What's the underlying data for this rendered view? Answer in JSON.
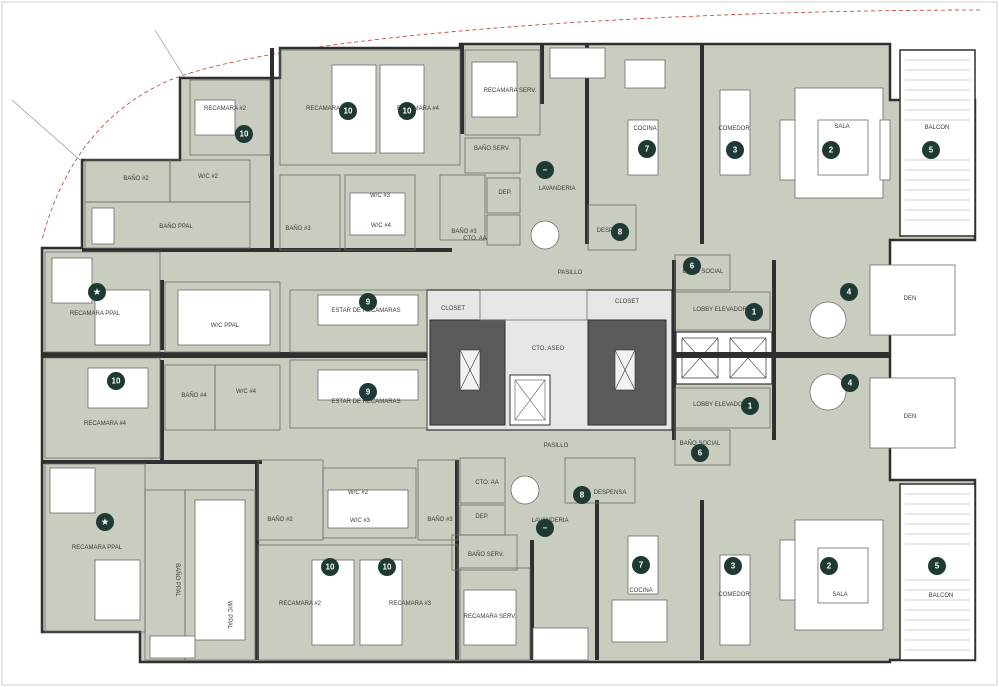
{
  "colors": {
    "room_fill": "#c9cdbf",
    "wall": "#2f2f2f",
    "badge": "#1f3a34",
    "stair_fill": "#5a5a5a",
    "core_fill": "#e6e6e6",
    "balcony": "#ffffff"
  },
  "rooms": [
    {
      "id": "r1",
      "label": "RECAMARA #2",
      "badge": "10"
    },
    {
      "id": "r2",
      "label": "RECAMARA",
      "badge": "10"
    },
    {
      "id": "r3",
      "label": "RECAMARA #4",
      "badge": "10"
    },
    {
      "id": "r4",
      "label": "RECAMARA SERV.",
      "badge": ""
    },
    {
      "id": "r5",
      "label": "BAÑO SERV.",
      "badge": ""
    },
    {
      "id": "r6",
      "label": "LAVANDERIA",
      "badge": "−"
    },
    {
      "id": "r7",
      "label": "COCINA",
      "badge": "7"
    },
    {
      "id": "r8",
      "label": "COMEDOR",
      "badge": "3"
    },
    {
      "id": "r9",
      "label": "SALA",
      "badge": "2"
    },
    {
      "id": "r10",
      "label": "BALCON",
      "badge": "5"
    },
    {
      "id": "r11",
      "label": "BAÑO #2",
      "badge": ""
    },
    {
      "id": "r12",
      "label": "W/C #2",
      "badge": ""
    },
    {
      "id": "r13",
      "label": "BAÑO PPAL",
      "badge": ""
    },
    {
      "id": "r14",
      "label": "W/C #3",
      "badge": ""
    },
    {
      "id": "r15",
      "label": "W/C #4",
      "badge": ""
    },
    {
      "id": "r16",
      "label": "BAÑO #3",
      "badge": ""
    },
    {
      "id": "r17",
      "label": "DEP.",
      "badge": ""
    },
    {
      "id": "r18",
      "label": "CTO. AA",
      "badge": ""
    },
    {
      "id": "r19",
      "label": "BAÑO #3",
      "badge": ""
    },
    {
      "id": "r20",
      "label": "DESPENSA",
      "badge": "8"
    },
    {
      "id": "r21",
      "label": "BAÑO SOCIAL",
      "badge": "6"
    },
    {
      "id": "r22",
      "label": "PASILLO",
      "badge": ""
    },
    {
      "id": "r23",
      "label": "RECAMARA PPAL",
      "badge": "★"
    },
    {
      "id": "r24",
      "label": "W/C PPAL",
      "badge": ""
    },
    {
      "id": "r25",
      "label": "CLOSET",
      "badge": ""
    },
    {
      "id": "r26",
      "label": "ESTAR DE RECAMARAS",
      "badge": "9"
    },
    {
      "id": "r27",
      "label": "CLOSET",
      "badge": ""
    },
    {
      "id": "r28",
      "label": "LOBBY ELEVADOR",
      "badge": "1"
    },
    {
      "id": "r29",
      "label": "DEN",
      "badge": "4"
    },
    {
      "id": "r30",
      "label": "CTO. ASEO",
      "badge": ""
    },
    {
      "id": "r31",
      "label": "RECAMARA #4",
      "badge": "10"
    },
    {
      "id": "r32",
      "label": "BAÑO #4",
      "badge": ""
    },
    {
      "id": "r33",
      "label": "W/C #4",
      "badge": ""
    },
    {
      "id": "r34",
      "label": "ESTAR DE RECAMARAS",
      "badge": "9"
    },
    {
      "id": "r35",
      "label": "LOBBY ELEVADOR",
      "badge": "1"
    },
    {
      "id": "r36",
      "label": "DEN",
      "badge": "4"
    },
    {
      "id": "r37",
      "label": "PASILLO",
      "badge": ""
    },
    {
      "id": "r38",
      "label": "BAÑO SOCIAL",
      "badge": "6"
    },
    {
      "id": "r39",
      "label": "RECAMARA PPAL",
      "badge": "★"
    },
    {
      "id": "r40",
      "label": "BAÑO PPAL",
      "badge": ""
    },
    {
      "id": "r41",
      "label": "W/C PPAL",
      "badge": ""
    },
    {
      "id": "r42",
      "label": "BAÑO #2",
      "badge": ""
    },
    {
      "id": "r43",
      "label": "W/C #2",
      "badge": ""
    },
    {
      "id": "r44",
      "label": "W/C #3",
      "badge": ""
    },
    {
      "id": "r45",
      "label": "BAÑO #3",
      "badge": ""
    },
    {
      "id": "r46",
      "label": "CTO. AA",
      "badge": ""
    },
    {
      "id": "r47",
      "label": "DEP.",
      "badge": ""
    },
    {
      "id": "r48",
      "label": "LAVANDERIA",
      "badge": "−"
    },
    {
      "id": "r49",
      "label": "BAÑO SERV.",
      "badge": ""
    },
    {
      "id": "r50",
      "label": "DESPENSA",
      "badge": "8"
    },
    {
      "id": "r51",
      "label": "RECAMARA #2",
      "badge": "10"
    },
    {
      "id": "r52",
      "label": "RECAMARA #3",
      "badge": "10"
    },
    {
      "id": "r53",
      "label": "RECAMARA SERV.",
      "badge": ""
    },
    {
      "id": "r54",
      "label": "COCINA",
      "badge": "7"
    },
    {
      "id": "r55",
      "label": "COMEDOR",
      "badge": "3"
    },
    {
      "id": "r56",
      "label": "SALA",
      "badge": "2"
    },
    {
      "id": "r57",
      "label": "BALCON",
      "badge": "5"
    }
  ]
}
